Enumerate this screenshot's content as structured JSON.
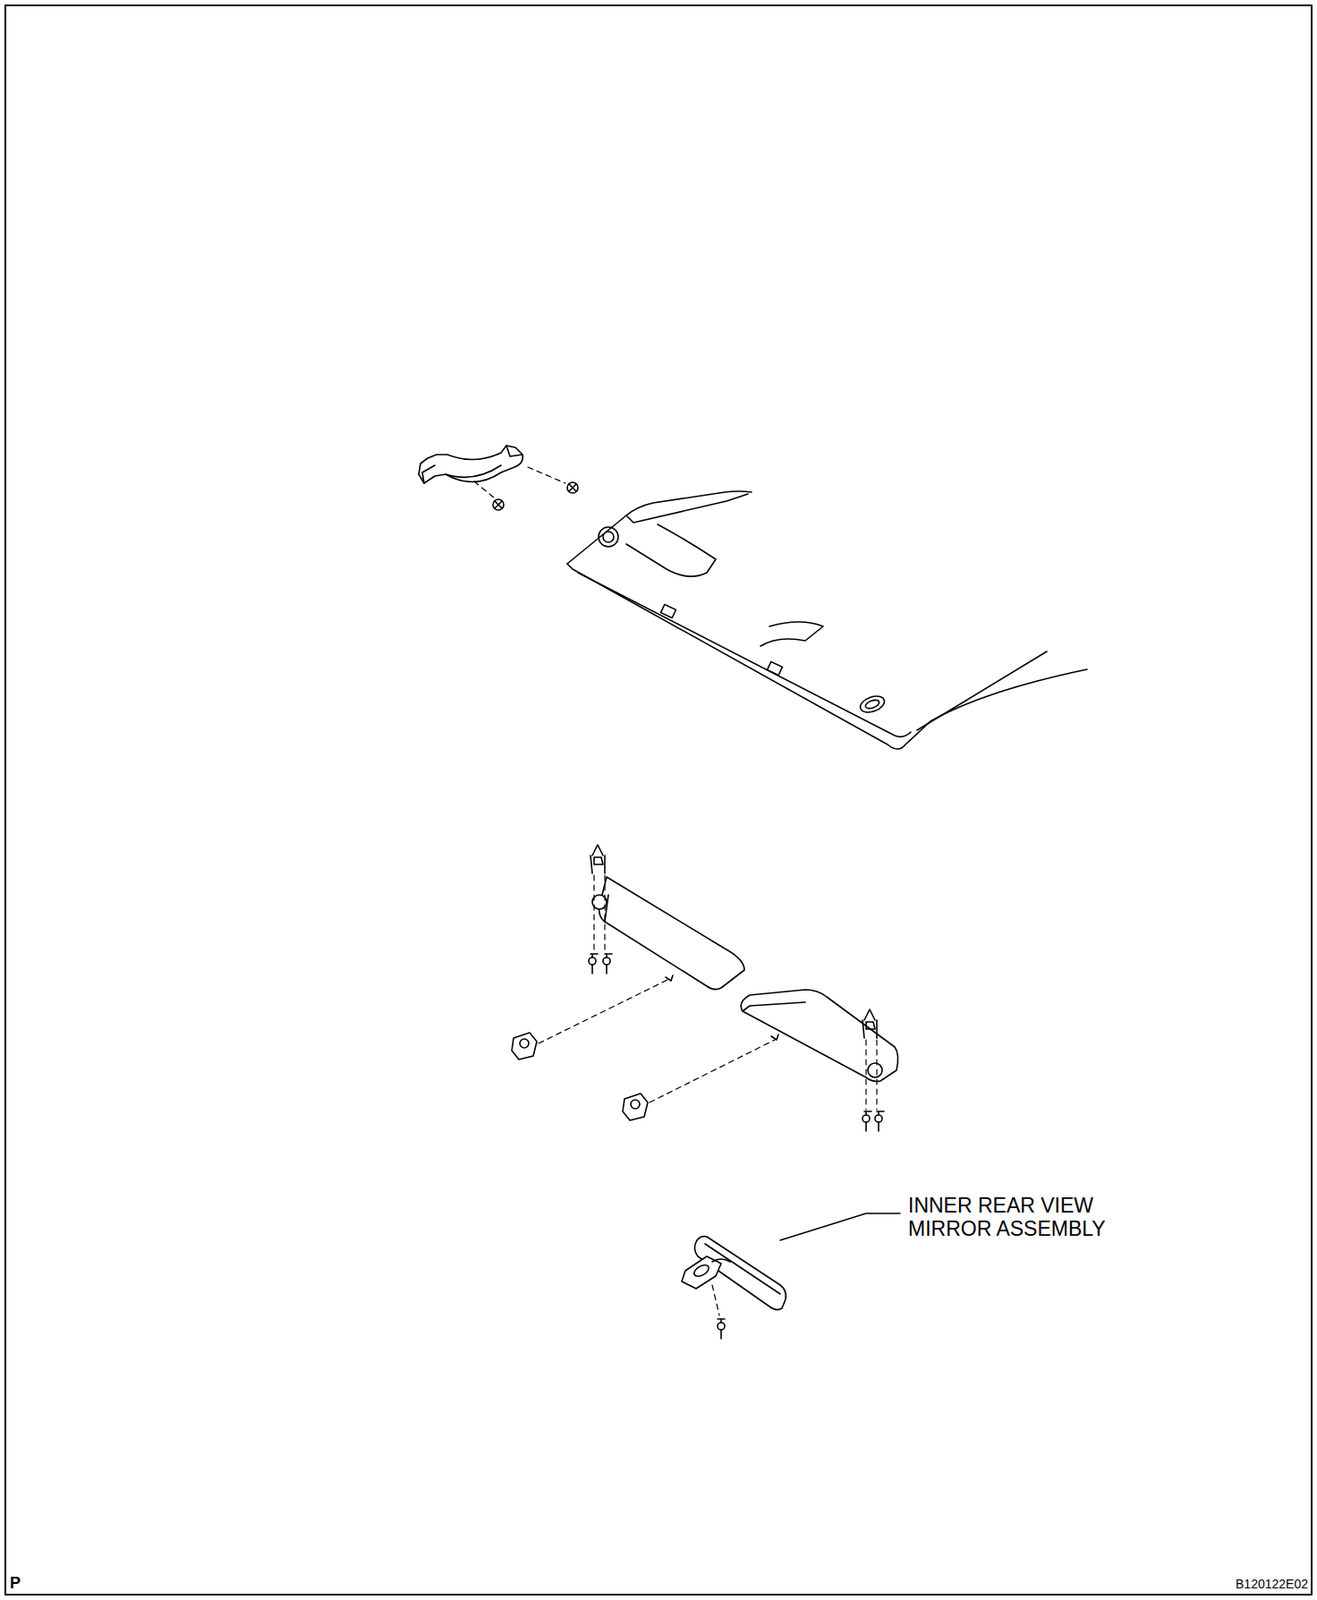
{
  "diagram": {
    "labels": [
      "INNER REAR VIEW MIRROR ASSEMBLY",
      "P",
      "B120122E02"
    ]
  }
}
